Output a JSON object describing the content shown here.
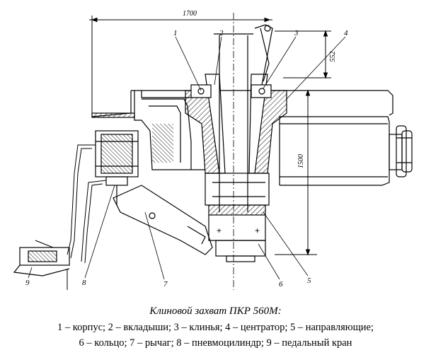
{
  "figure": {
    "title": "Клиновой захват ПКР 560М:",
    "legend_line1": "1 – корпус; 2 – вкладыши; 3 – клинья; 4 – центратор; 5 – направляющие;",
    "legend_line2": "6 – кольцо; 7 – рычаг; 8 – пневмоцилиндр; 9 – педальный кран"
  },
  "dimensions": {
    "width": "1700",
    "height_top": "552",
    "height_main": "1500"
  },
  "callouts": [
    {
      "num": "1",
      "name": "корпус"
    },
    {
      "num": "2",
      "name": "вкладыши"
    },
    {
      "num": "3",
      "name": "клинья"
    },
    {
      "num": "4",
      "name": "центратор"
    },
    {
      "num": "5",
      "name": "направляющие"
    },
    {
      "num": "6",
      "name": "кольцо"
    },
    {
      "num": "7",
      "name": "рычаг"
    },
    {
      "num": "8",
      "name": "пневмоцилиндр"
    },
    {
      "num": "9",
      "name": "педальный кран"
    }
  ]
}
